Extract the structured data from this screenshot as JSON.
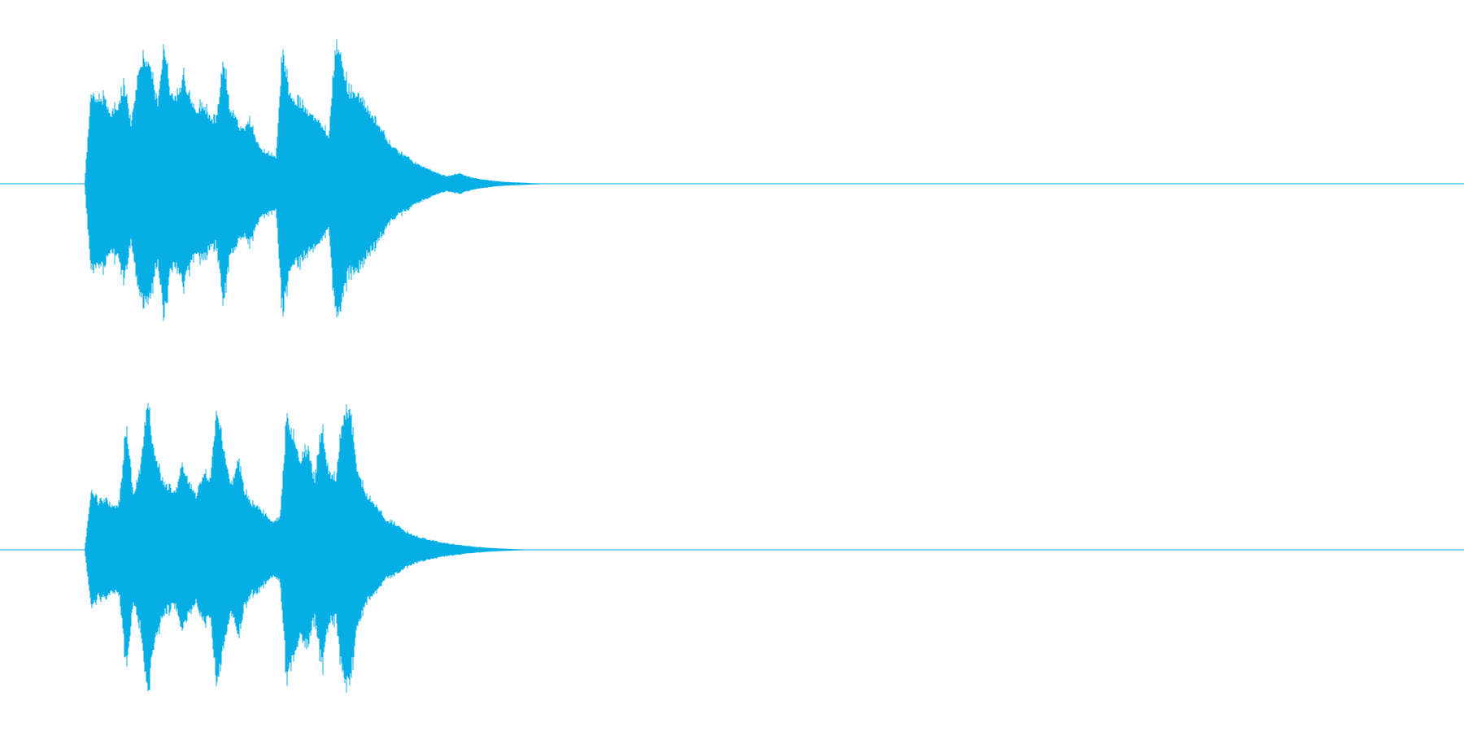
{
  "waveform": {
    "color": "#05aee4",
    "channels": [
      {
        "name": "left",
        "envelope": [
          0,
          0.62,
          0.55,
          0.58,
          0.48,
          0.52,
          0.66,
          0.4,
          0.7,
          0.84,
          0.78,
          0.52,
          0.94,
          0.6,
          0.58,
          0.72,
          0.56,
          0.5,
          0.54,
          0.44,
          0.42,
          0.86,
          0.52,
          0.4,
          0.36,
          0.42,
          0.3,
          0.22,
          0.2,
          0.18,
          0.9,
          0.62,
          0.56,
          0.52,
          0.48,
          0.44,
          0.4,
          0.32,
          0.9,
          0.84,
          0.62,
          0.6,
          0.58,
          0.5,
          0.42,
          0.36,
          0.28,
          0.24,
          0.2,
          0.18,
          0.14,
          0.12,
          0.1,
          0.08,
          0.06,
          0.05,
          0.06,
          0.07,
          0.05,
          0.04,
          0.03,
          0.025,
          0.02,
          0.015,
          0.012,
          0.01,
          0.008,
          0.006,
          0.004,
          0.003,
          0.002,
          0
        ]
      },
      {
        "name": "right",
        "envelope": [
          0,
          0.4,
          0.3,
          0.34,
          0.28,
          0.3,
          0.82,
          0.36,
          0.54,
          0.97,
          0.62,
          0.48,
          0.4,
          0.38,
          0.56,
          0.44,
          0.36,
          0.5,
          0.46,
          0.94,
          0.66,
          0.42,
          0.58,
          0.38,
          0.3,
          0.28,
          0.22,
          0.18,
          0.2,
          0.88,
          0.72,
          0.56,
          0.68,
          0.44,
          0.8,
          0.52,
          0.46,
          0.84,
          0.9,
          0.56,
          0.4,
          0.32,
          0.28,
          0.2,
          0.18,
          0.16,
          0.12,
          0.1,
          0.08,
          0.07,
          0.06,
          0.05,
          0.04,
          0.035,
          0.03,
          0.025,
          0.02,
          0.016,
          0.012,
          0.01,
          0.008,
          0.006,
          0.004,
          0.003,
          0.002,
          0.001,
          0
        ]
      }
    ]
  }
}
